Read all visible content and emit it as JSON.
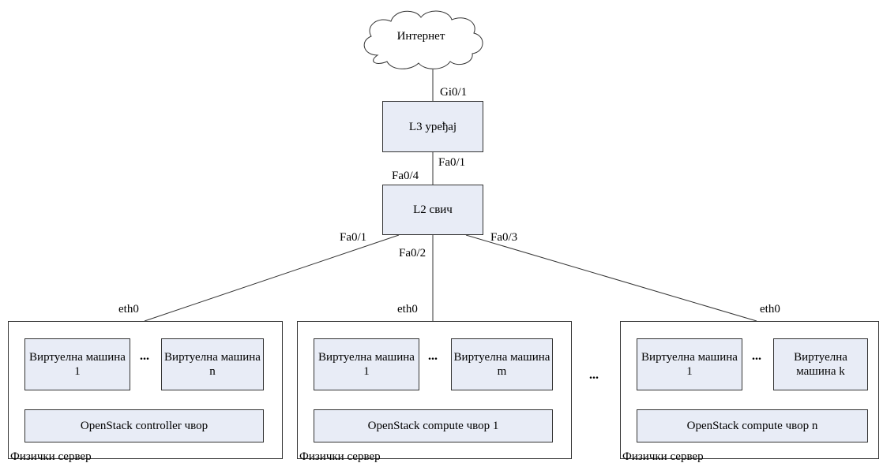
{
  "cloud": {
    "label": "Интернет"
  },
  "l3": {
    "label": "L3 уређај",
    "port_up": "Gi0/1",
    "port_down": "Fa0/1"
  },
  "l2": {
    "label": "L2 свич",
    "port_up": "Fa0/4",
    "port_1": "Fa0/1",
    "port_2": "Fa0/2",
    "port_3": "Fa0/3"
  },
  "servers": [
    {
      "eth": "eth0",
      "vm_a": "Виртуелна машина 1",
      "vm_b": "Виртуелна машина n",
      "dots": "...",
      "node": "OpenStack controller чвор",
      "caption": "Физички сервер"
    },
    {
      "eth": "eth0",
      "vm_a": "Виртуелна машина 1",
      "vm_b": "Виртуелна машина m",
      "dots": "...",
      "node": "OpenStack compute чвор 1",
      "caption": "Физички сервер"
    },
    {
      "eth": "eth0",
      "vm_a": "Виртуелна машина 1",
      "vm_b": "Виртуелна машина k",
      "dots": "...",
      "node": "OpenStack compute чвор n",
      "caption": "Физички сервер"
    }
  ],
  "between_servers_dots": "..."
}
